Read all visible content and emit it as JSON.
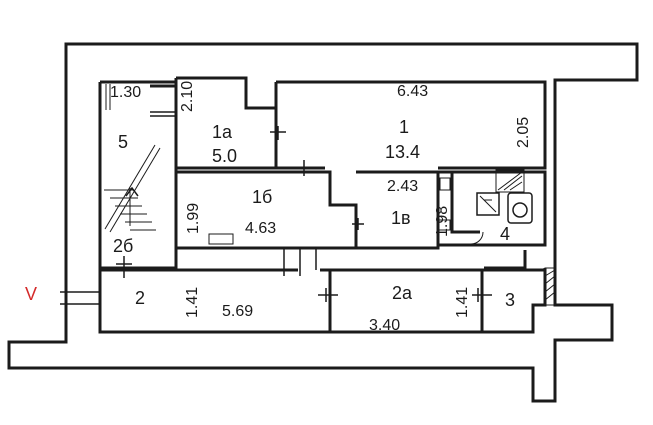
{
  "plan": {
    "labels": {
      "room_1": "1",
      "room_1_area": "13.4",
      "room_1_top": "6.43",
      "room_1_right": "2.05",
      "room_1a": "1а",
      "room_1a_area": "5.0",
      "room_1a_dim": "2.10",
      "room_1b": "1б",
      "room_1b_area": "4.63",
      "room_1b_dim": "1.99",
      "room_1v": "1в",
      "room_1v_top": "2.43",
      "room_1v_side": "1.98",
      "room_2": "2",
      "room_2_area": "5.69",
      "room_2_dim": "1.41",
      "room_2a": "2а",
      "room_2a_area": "3.40",
      "room_2a_dim": "1.41",
      "room_2b": "2б",
      "room_3": "3",
      "room_4": "4",
      "room_5": "5",
      "room_5_dim": "1.30",
      "entrance_mark": "V"
    },
    "colors": {
      "walls": "#1b1b1b",
      "entrance": "#d42a2a",
      "background": "#ffffff"
    }
  }
}
